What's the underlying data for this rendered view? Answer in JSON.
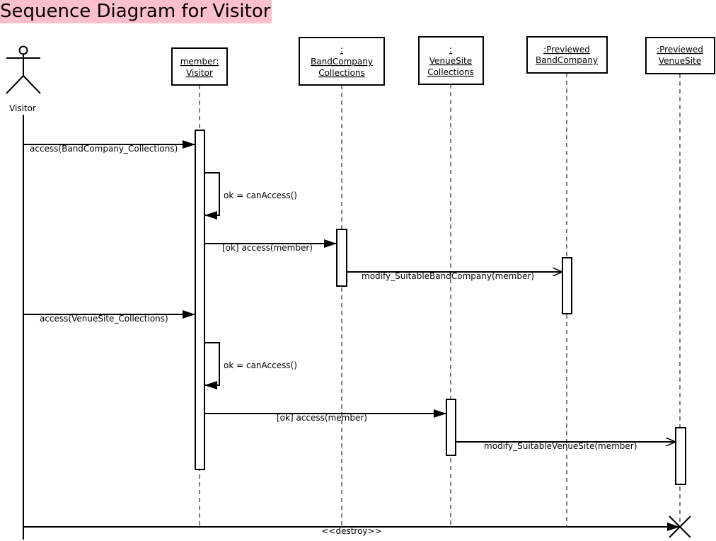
{
  "title": "Sequence Diagram for Visitor",
  "actor": {
    "name": "Visitor"
  },
  "objects": [
    {
      "id": "member",
      "lines": [
        "member:",
        "Visitor"
      ]
    },
    {
      "id": "band-collections",
      "lines": [
        ":",
        "BandCompany",
        "Collections"
      ]
    },
    {
      "id": "venue-collections",
      "lines": [
        ":",
        "VenueSite",
        "Collections"
      ]
    },
    {
      "id": "previewed-band",
      "lines": [
        ":Previewed",
        "BandCompany"
      ]
    },
    {
      "id": "previewed-venue",
      "lines": [
        ":Previewed",
        "VenueSite"
      ]
    }
  ],
  "messages": [
    {
      "id": "access-band-collections",
      "label": "access(BandCompany_Collections)"
    },
    {
      "id": "can-access-1",
      "label": "ok = canAccess()"
    },
    {
      "id": "ok-access-band",
      "label": "[ok] access(member)"
    },
    {
      "id": "modify-band",
      "label": "modify_SuitableBandCompany(member)"
    },
    {
      "id": "access-venue-collections",
      "label": "access(VenueSite_Collections)"
    },
    {
      "id": "can-access-2",
      "label": "ok = canAccess()"
    },
    {
      "id": "ok-access-venue",
      "label": "[ok] access(member)"
    },
    {
      "id": "modify-venue",
      "label": "modify_SuitableVenueSite(member)"
    },
    {
      "id": "destroy",
      "label": "<<destroy>>"
    }
  ]
}
